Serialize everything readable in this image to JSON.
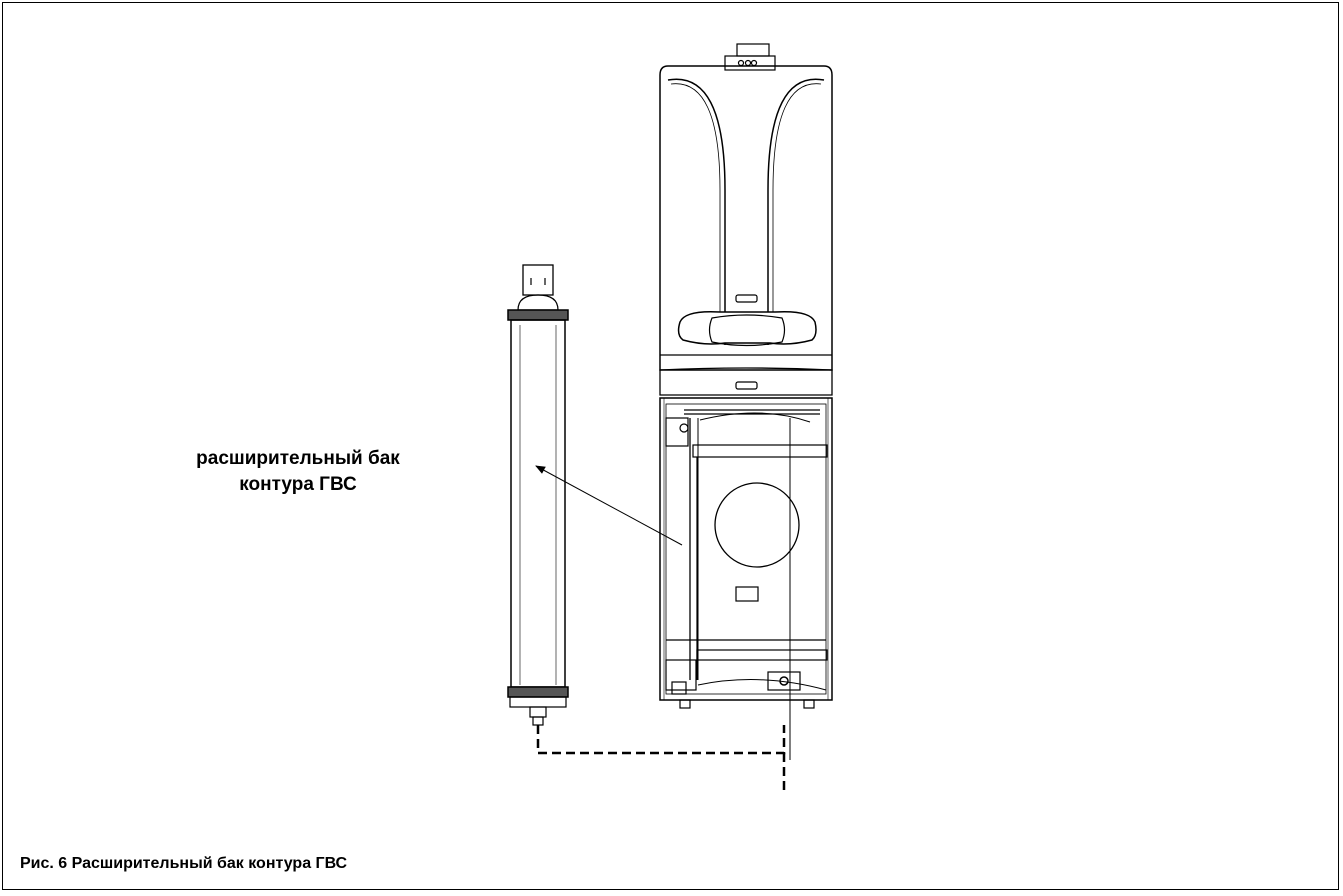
{
  "figure": {
    "callout": {
      "line1": "расширительный бак",
      "line2": "контура ГВС"
    },
    "caption": "Рис. 6 Расширительный бак контура ГВС"
  },
  "icons": {
    "boiler": "gas-boiler-drawing",
    "tank": "expansion-tank-drawing"
  }
}
